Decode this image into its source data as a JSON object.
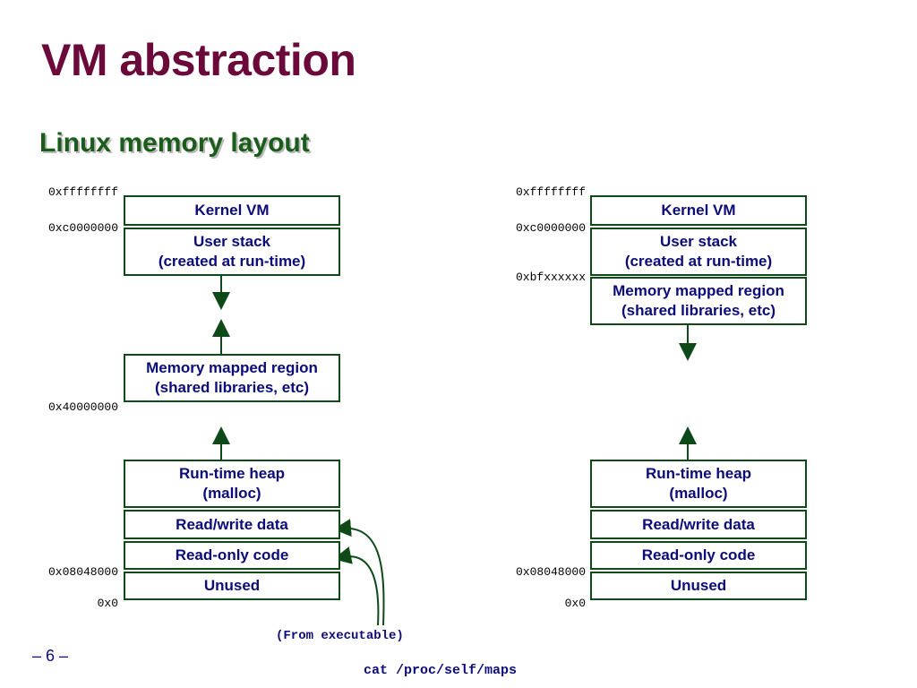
{
  "title": "VM abstraction",
  "subtitle": "Linux memory layout",
  "page_number": "– 6 –",
  "left": {
    "addresses": [
      "0xffffffff",
      "0xc0000000",
      "0x40000000",
      "0x08048000",
      "0x0"
    ],
    "boxes": {
      "kernel": [
        "Kernel VM"
      ],
      "stack": [
        "User stack",
        "(created at run-time)"
      ],
      "mmap": [
        "Memory mapped region",
        "(shared libraries, etc)"
      ],
      "heap": [
        "Run-time heap",
        "(malloc)"
      ],
      "rwdata": [
        "Read/write data"
      ],
      "rocode": [
        "Read-only code"
      ],
      "unused": [
        "Unused"
      ]
    },
    "from_executable": "(From executable)"
  },
  "right": {
    "addresses": [
      "0xffffffff",
      "0xc0000000",
      "0xbfxxxxxx",
      "0x08048000",
      "0x0"
    ],
    "boxes": {
      "kernel": [
        "Kernel VM"
      ],
      "stack": [
        "User stack",
        "(created at run-time)"
      ],
      "mmap": [
        "Memory mapped region",
        "(shared libraries, etc)"
      ],
      "heap": [
        "Run-time heap",
        "(malloc)"
      ],
      "rwdata": [
        "Read/write data"
      ],
      "rocode": [
        "Read-only code"
      ],
      "unused": [
        "Unused"
      ]
    }
  },
  "command": "cat /proc/self/maps",
  "colors": {
    "title": "#6b0a3a",
    "subtitle": "#1a5c1a",
    "box_border": "#0e4a18",
    "box_text": "#0b0b7a",
    "arrow": "#0e4a18"
  }
}
